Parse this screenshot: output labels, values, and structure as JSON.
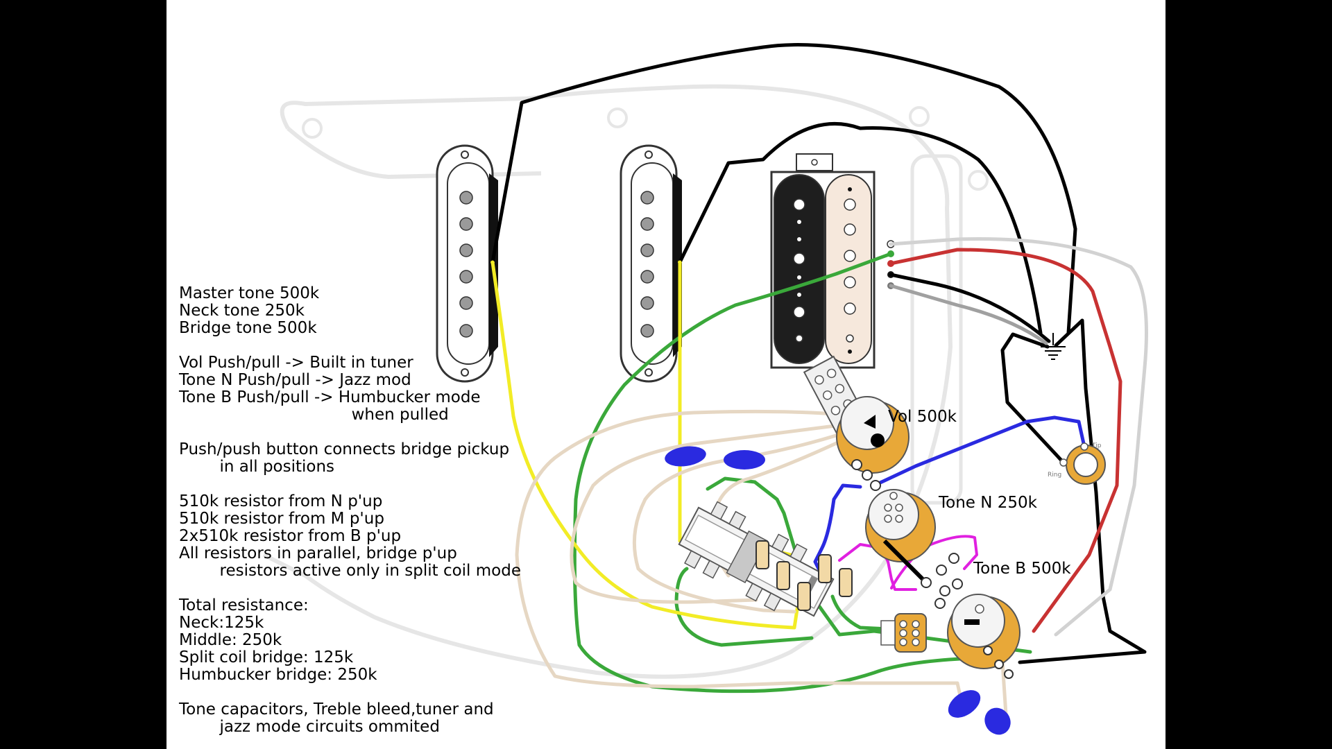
{
  "notes": [
    "Master tone 500k",
    "Neck tone 250k",
    "Bridge tone 500k",
    "",
    "Vol Push/pull -> Built in tuner",
    "Tone N Push/pull -> Jazz mod",
    "Tone B Push/pull -> Humbucker mode",
    "                                  when pulled",
    "",
    "Push/push button connects bridge pickup",
    "        in all positions",
    "",
    "510k resistor from N p'up",
    "510k resistor from M p'up",
    "2x510k resistor from B p'up",
    "All resistors in parallel, bridge p'up",
    "        resistors active only in split coil mode",
    "",
    "Total resistance:",
    "Neck:125k",
    "Middle: 250k",
    "Split coil bridge: 125k",
    "Humbucker bridge: 250k",
    "",
    "Tone capacitors, Treble bleed,tuner and",
    "        jazz mode circuits ommited"
  ],
  "labels": {
    "vol": "Vol 500k",
    "tone_n": "Tone N 250k",
    "tone_b": "Tone B 500k"
  },
  "jack": {
    "tip": "Tip",
    "ring": "Ring"
  },
  "wire_colors": {
    "black": "#000000",
    "yellow": "#f2ec26",
    "green": "#3aa83a",
    "tan": "#e6d7c3",
    "blue": "#2a2ae0",
    "red": "#c83232",
    "grey": "#a0a0a0",
    "light_grey": "#d2d2d2",
    "magenta": "#e020e0",
    "pot_gold": "#e8a838"
  },
  "icons": {
    "ground": "ground-symbol-icon",
    "jack": "output-jack-icon"
  }
}
